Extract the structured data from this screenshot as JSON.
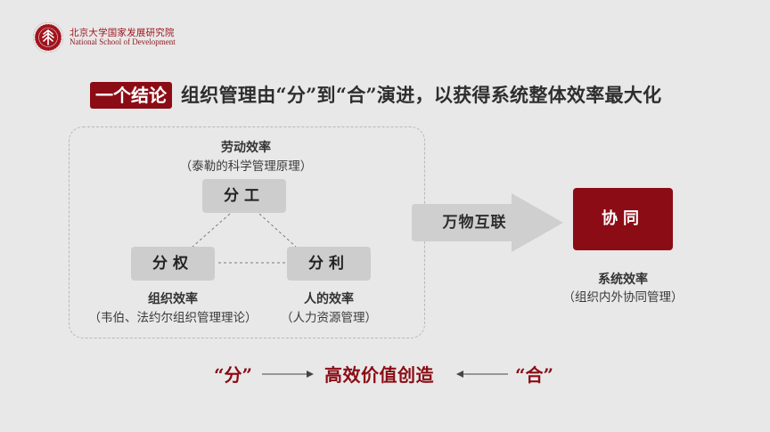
{
  "logo": {
    "name_cn": "北京大学国家发展研究院",
    "name_en": "National School of Development",
    "emblem_icon": "pku-emblem-icon",
    "brand_color": "#a0141e"
  },
  "headline": {
    "tag": "一个结论",
    "text": "组织管理由“分”到“合”演进，以获得系统整体效率最大化",
    "tag_color": "#8b0c15"
  },
  "left_region": {
    "top": {
      "title": "劳动效率",
      "subtitle": "（泰勒的科学管理原理）",
      "node": "分工"
    },
    "left": {
      "node": "分权",
      "title": "组织效率",
      "subtitle": "（韦伯、法约尔组织管理理论）"
    },
    "right": {
      "node": "分利",
      "title": "人的效率",
      "subtitle": "（人力资源管理）"
    }
  },
  "arrow": {
    "label": "万物互联",
    "color": "#cfcfcf"
  },
  "right_result": {
    "node": "协同",
    "title": "系统效率",
    "subtitle": "（组织内外协同管理）",
    "node_color": "#8b0c15"
  },
  "bottom": {
    "left": "“分”",
    "center": "高效价值创造",
    "right": "“合”",
    "accent_color": "#8b0c15"
  }
}
